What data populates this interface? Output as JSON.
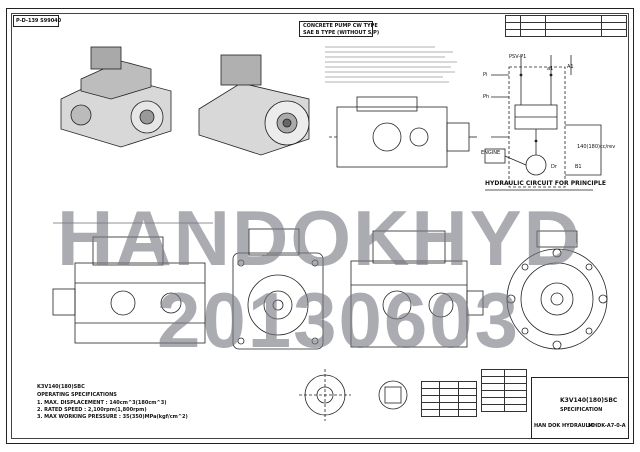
{
  "sheet": {
    "doc_code_top_left": "P-D-139 S99040",
    "pump_type_header_line1": "CONCRETE PUMP CW TYPE",
    "pump_type_header_line2": "SAE B TYPE (WITHOUT S/P)",
    "title_block_model": "K3V140(180)SBC",
    "title_block_label": "SPECIFICATION",
    "company": "HAN DOK HYDRAULIC",
    "drawing_number": "MHDK-A7-0-A"
  },
  "notes": {
    "heading": "HYDRAULIC CIRCUIT FOR PRINCIPLE",
    "engine_label": "ENGINE",
    "displacement_label": "140(180)cc/rev",
    "port_labels": [
      "PSV-P1",
      "a1",
      "A1",
      "Pi",
      "Ph",
      "Dr",
      "B1"
    ]
  },
  "specs": {
    "model": "K3V140(180)SBC",
    "heading": "OPERATING SPECIFICATIONS",
    "line1": "1. MAX. DISPLACEMENT : 140cm^3(180cm^3)",
    "line2": "2. RATED SPEED : 2,100rpm(1,800rpm)",
    "line3": "3. MAX WORKING PRESSURE : 35(350)MPa(kgf/cm^2)"
  },
  "watermark": {
    "line1": "HANDOKHYD",
    "line2": "20130603"
  },
  "colors": {
    "line": "#222222",
    "watermark": "#78788a"
  }
}
